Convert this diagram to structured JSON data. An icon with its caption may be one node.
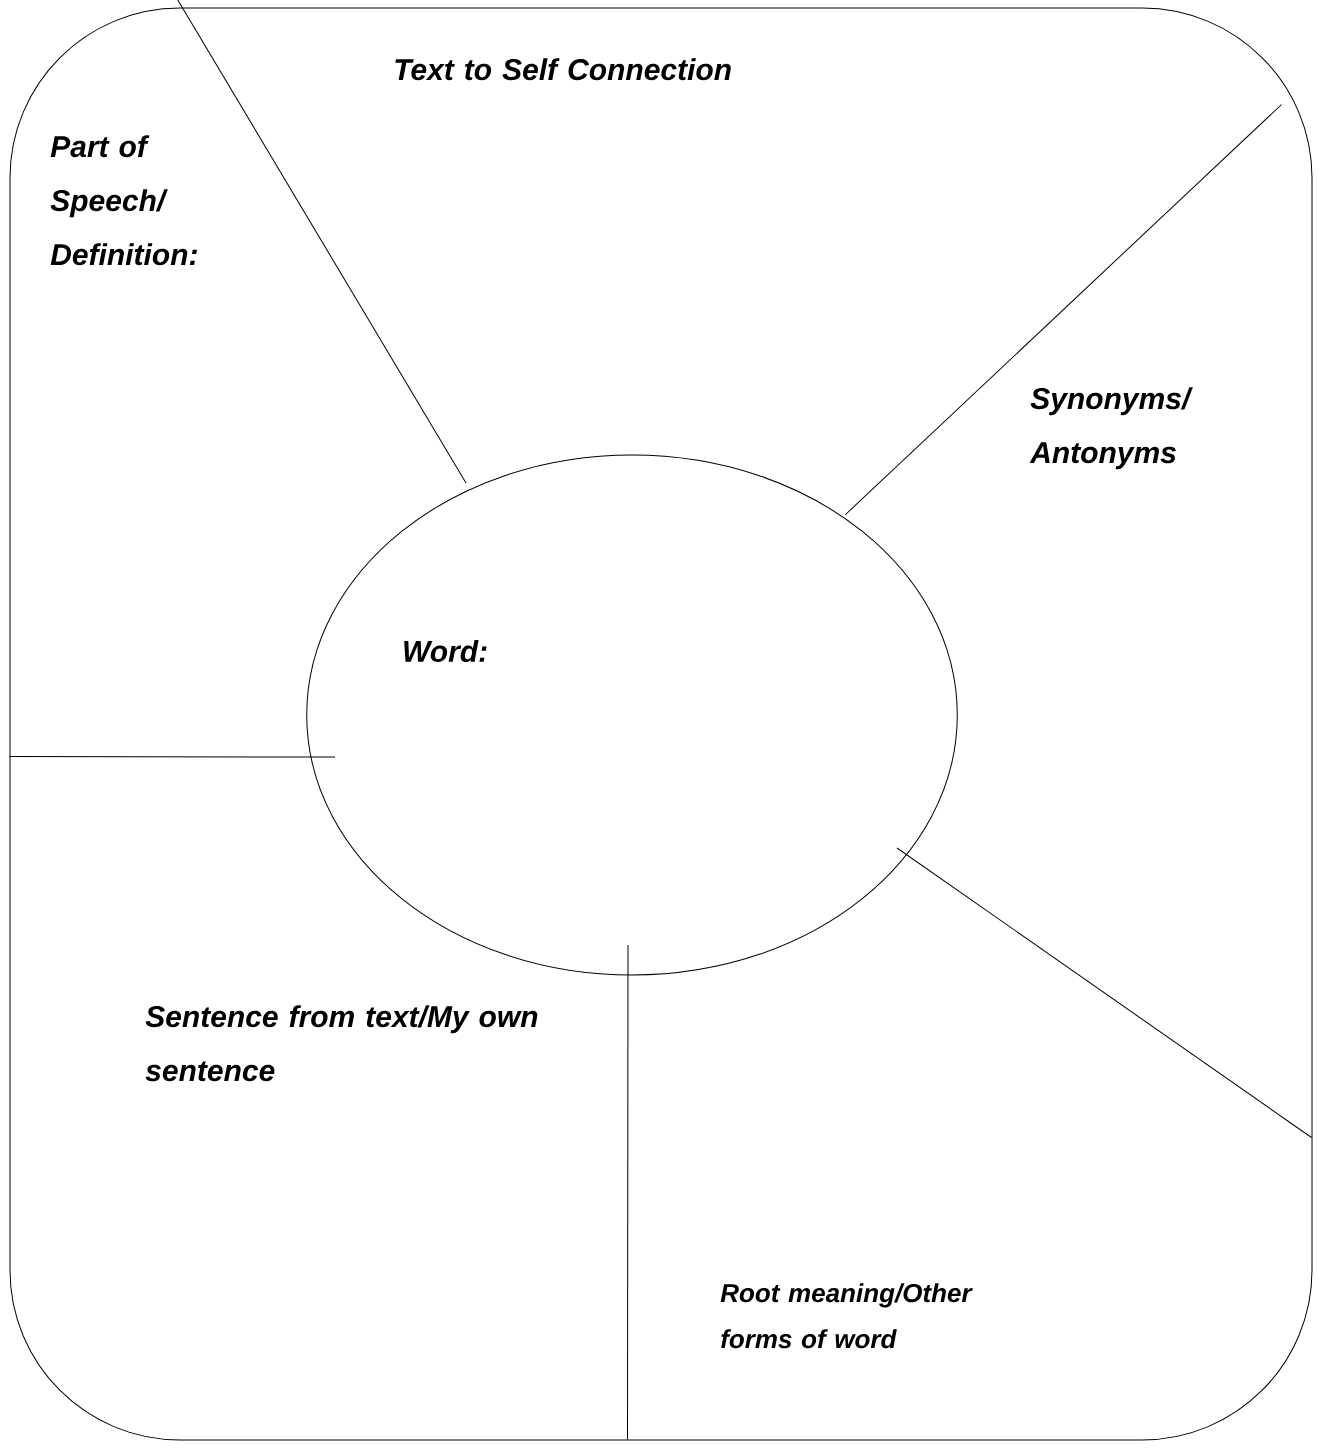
{
  "diagram": {
    "nodes": [
      {
        "text": [],
        "shape": "box"
      },
      {
        "text": [
          "Word:"
        ],
        "in": 0
      }
    ],
    "edges": [
      {
        "from": 1,
        "to": 0,
        "arrow": "none"
      },
      {
        "from": 1,
        "to": 0,
        "arrow": "none"
      },
      {
        "from": 1,
        "to": 0,
        "arrow": "none"
      },
      {
        "from": 1,
        "to": 0,
        "arrow": "none"
      },
      {
        "from": 1,
        "to": 0,
        "arrow": "none"
      }
    ],
    "labels": [
      "Text to Self Connection",
      "Part of Speech/ Definition:",
      "Synonyms/ Antonyms",
      "Sentence from text/My own sentence",
      "Root meaning/Other forms of word"
    ]
  }
}
